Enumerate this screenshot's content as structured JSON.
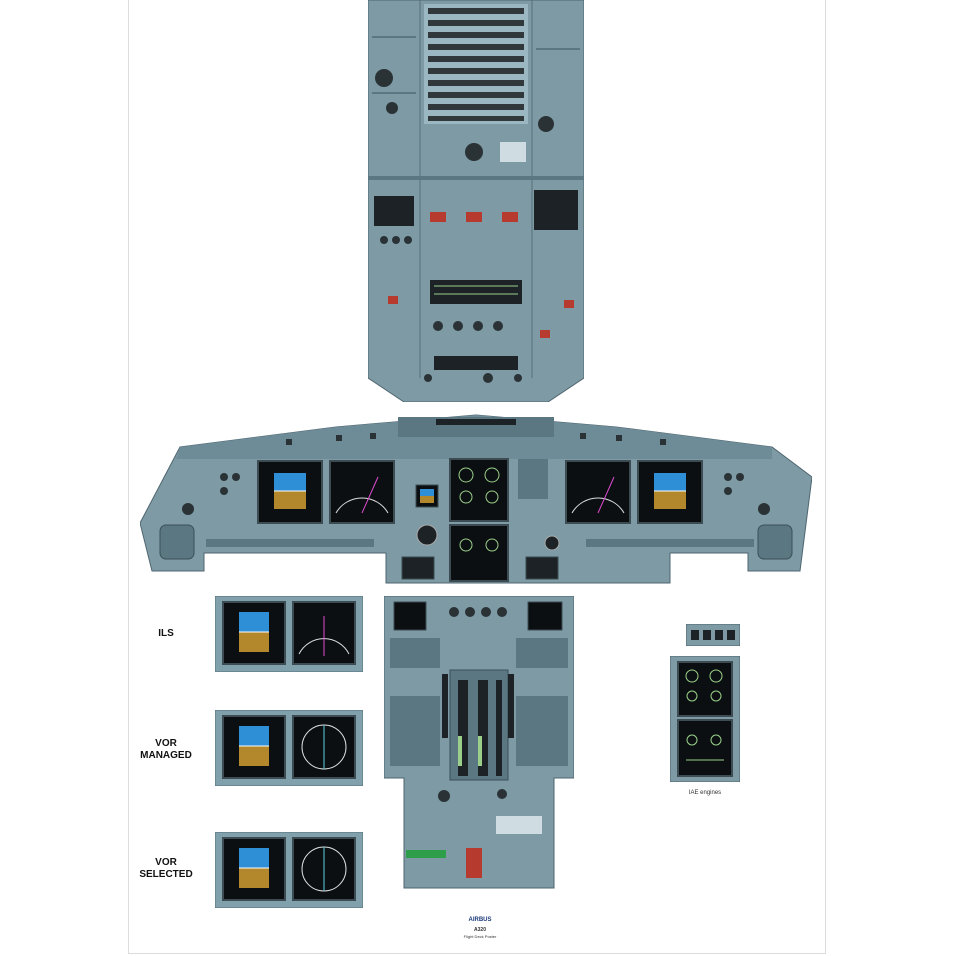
{
  "poster": {
    "labels": {
      "ils": "ILS",
      "vor_managed": "VOR\nMANAGED",
      "vor_selected": "VOR\nSELECTED",
      "ecam_caption": "IAE engines"
    },
    "brand": {
      "logo": "AIRBUS",
      "model": "A320",
      "subtitle": "Flight Deck Poster"
    }
  },
  "colors": {
    "panel": "#7d9aa5",
    "panel_dark": "#5b7782",
    "screen": "#0b0f12",
    "sky": "#2e8fd6",
    "ground": "#b3872b"
  }
}
